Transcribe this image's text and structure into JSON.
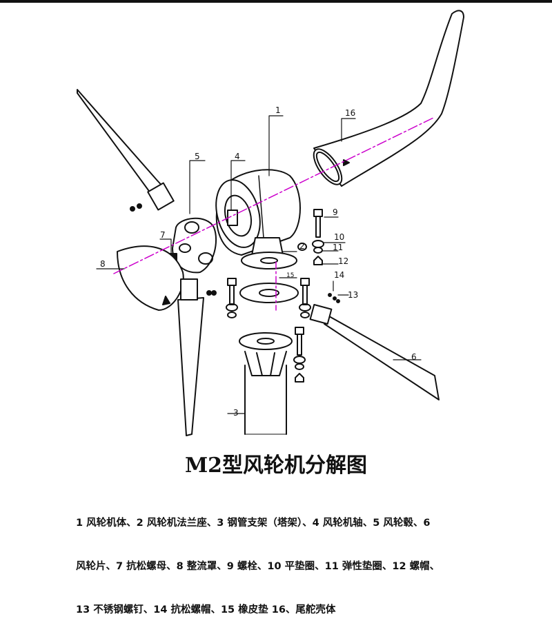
{
  "title": "M2型风轮机分解图",
  "legend_lines": [
    "1  风轮机体、2  风轮机法兰座、3  钢管支架（塔架）、4  风轮机轴、5  风轮毂、6",
    "风轮片、7  抗松螺母、8  整流罩、9  螺栓、10  平垫圈、11  弹性垫圈、12  螺帽、",
    "13  不锈钢螺钉、14  抗松螺帽、15  橡皮垫  16、尾舵壳体"
  ],
  "callouts": {
    "c1": "1",
    "c2": "2",
    "c3": "3",
    "c4": "4",
    "c5": "5",
    "c6": "6",
    "c7": "7",
    "c8": "8",
    "c9": "9",
    "c10": "10",
    "c11": "11",
    "c12": "12",
    "c13": "13",
    "c14": "14",
    "c15": "15",
    "c16": "16"
  },
  "colors": {
    "axis": "#cc00cc",
    "line": "#111111"
  }
}
